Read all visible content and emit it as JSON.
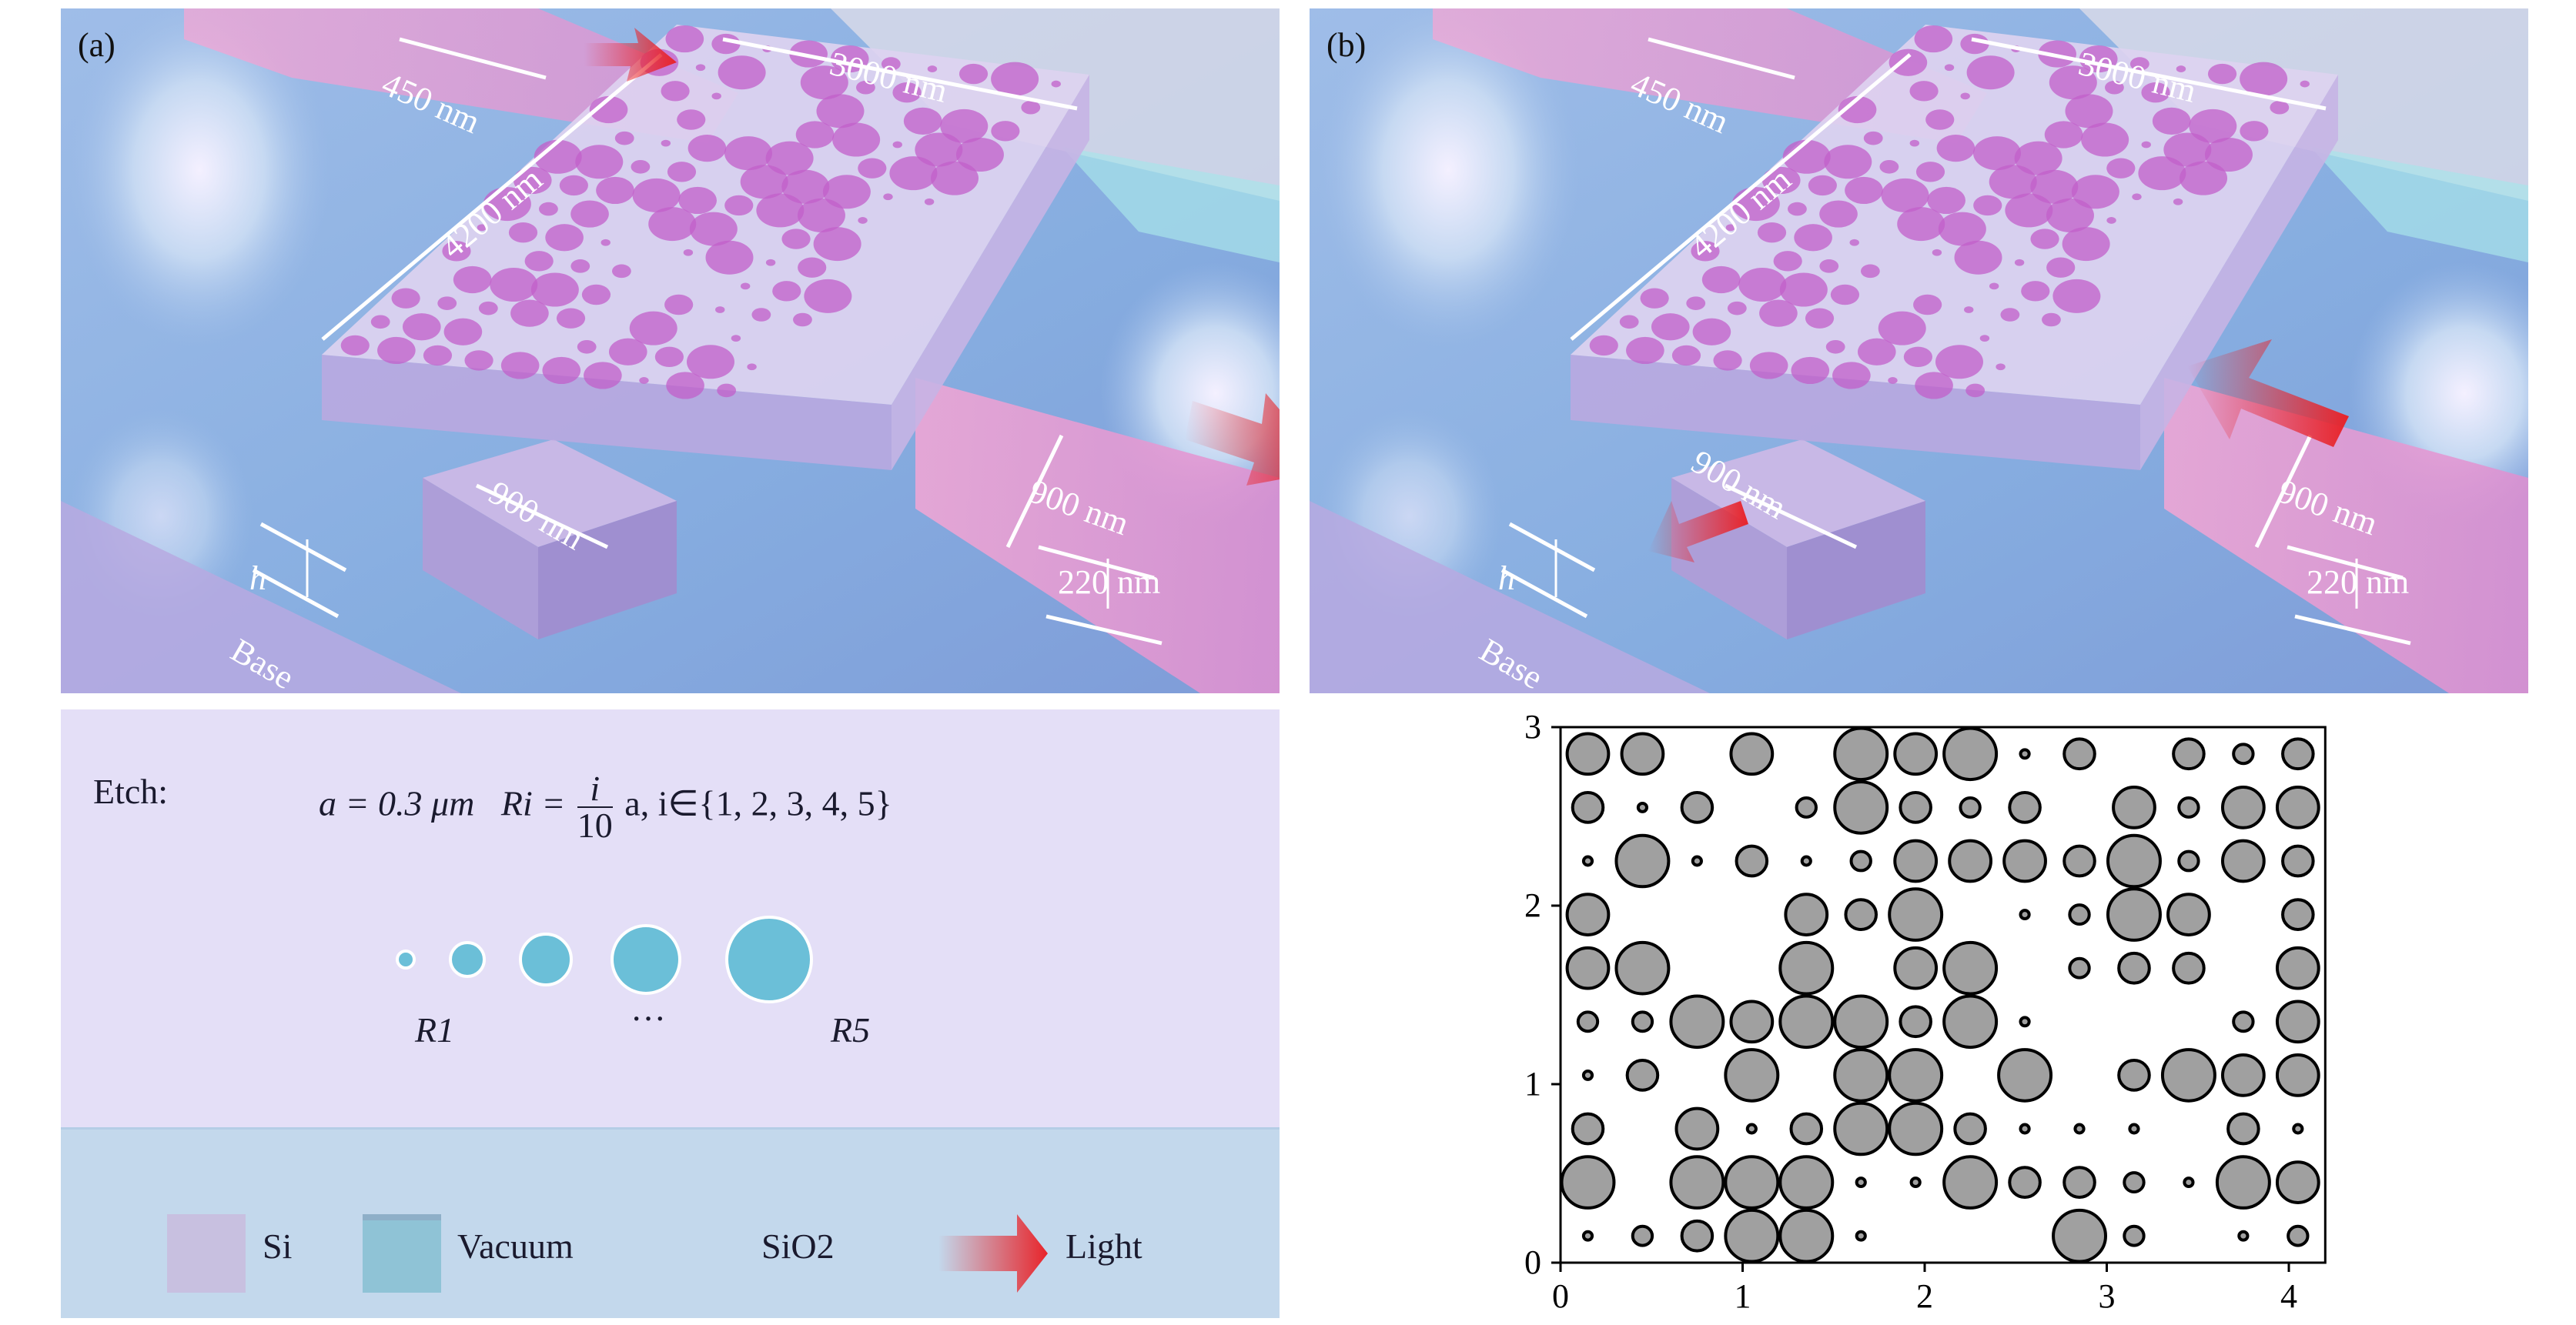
{
  "panel_a": {
    "tag": "(a)",
    "labels": {
      "w_in": "450 nm",
      "len_x": "3000 nm",
      "len_y": "4200 nm",
      "w_out1": "900 nm",
      "w_out2": "900 nm",
      "thick": "220 nm",
      "h": "h",
      "base": "Base"
    }
  },
  "panel_b": {
    "tag": "(b)",
    "labels": {
      "w_in": "450 nm",
      "len_x": "3000 nm",
      "len_y": "4200 nm",
      "w_out1": "900 nm",
      "w_out2": "900 nm",
      "thick": "220 nm",
      "h": "h",
      "base": "Base"
    }
  },
  "etch": {
    "title": "Etch:",
    "a_def": "a = 0.3 μm",
    "r_lhs": "Ri =",
    "frac_num": "i",
    "frac_den": "10",
    "r_rhs": "a, i∈{1, 2, 3, 4, 5}",
    "radius_samples": [
      1,
      2,
      3,
      4,
      5
    ],
    "label_first": "R1",
    "label_mid": "···",
    "label_last": "R5"
  },
  "legend": {
    "items": [
      {
        "label": "Si",
        "color": "#c8c0e0"
      },
      {
        "label": "Vacuum",
        "color": "#8fc3d6"
      },
      {
        "label": "SiO2",
        "color": "#c3d8ec"
      },
      {
        "label": "Light",
        "color": "#e8242a"
      }
    ]
  },
  "colors": {
    "hole": "#6bbfd8",
    "circle_fill": "#a0a0a0",
    "arrow": "#e8242a"
  },
  "chart_data": {
    "type": "scatter",
    "title": "",
    "xlabel": "",
    "ylabel": "",
    "xlim": [
      0,
      4.2
    ],
    "ylim": [
      0,
      3
    ],
    "xticks": [
      "0",
      "1",
      "2",
      "3",
      "4"
    ],
    "yticks": [
      "0",
      "1",
      "2",
      "3"
    ],
    "lattice_constant_um": 0.3,
    "radius_unit_um": 0.03,
    "x_centers": [
      0.15,
      0.45,
      0.75,
      1.05,
      1.35,
      1.65,
      1.95,
      2.25,
      2.55,
      2.85,
      3.15,
      3.45,
      3.75,
      4.05
    ],
    "y_centers_top_to_bottom": [
      2.85,
      2.55,
      2.25,
      1.95,
      1.65,
      1.35,
      1.05,
      0.75,
      0.45,
      0.15
    ],
    "radius_index_grid": [
      [
        4,
        4,
        0,
        4,
        0,
        5,
        4,
        5,
        1,
        3,
        0,
        3,
        2,
        3
      ],
      [
        3,
        1,
        3,
        0,
        2,
        5,
        3,
        2,
        3,
        0,
        4,
        2,
        4,
        4
      ],
      [
        1,
        5,
        1,
        3,
        1,
        2,
        4,
        4,
        4,
        3,
        5,
        2,
        4,
        3
      ],
      [
        4,
        0,
        0,
        0,
        4,
        3,
        5,
        0,
        1,
        2,
        5,
        4,
        0,
        3
      ],
      [
        4,
        5,
        0,
        0,
        5,
        0,
        4,
        5,
        0,
        2,
        3,
        3,
        0,
        4
      ],
      [
        2,
        2,
        5,
        4,
        5,
        5,
        3,
        5,
        1,
        0,
        0,
        0,
        2,
        4
      ],
      [
        1,
        3,
        0,
        5,
        0,
        5,
        5,
        0,
        5,
        0,
        3,
        5,
        4,
        4
      ],
      [
        3,
        0,
        4,
        1,
        3,
        5,
        5,
        3,
        1,
        1,
        1,
        0,
        3,
        1
      ],
      [
        5,
        0,
        5,
        5,
        5,
        1,
        1,
        5,
        3,
        3,
        2,
        1,
        5,
        4
      ],
      [
        1,
        2,
        3,
        5,
        5,
        1,
        0,
        0,
        0,
        5,
        2,
        0,
        1,
        2
      ]
    ]
  }
}
